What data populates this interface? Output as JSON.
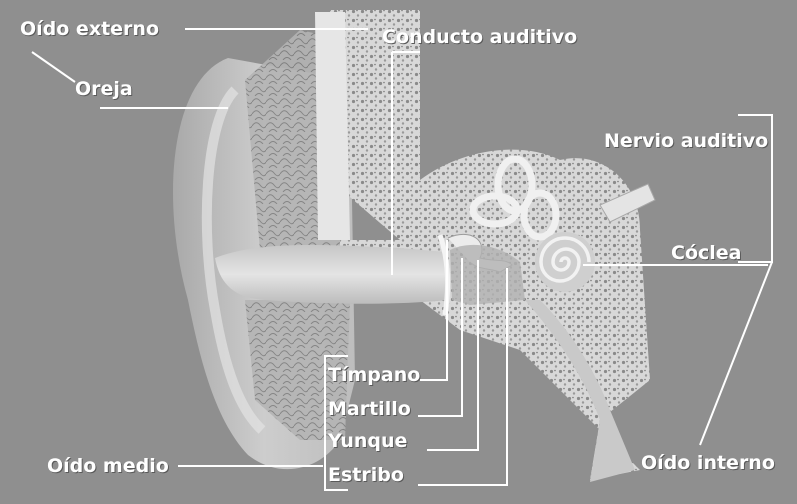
{
  "diagram": {
    "labels": {
      "oido_externo": "Oído externo",
      "oreja": "Oreja",
      "conducto_auditivo": "Conducto auditivo",
      "nervio_auditivo": "Nervio auditivo",
      "coclea": "Cóclea",
      "timpano": "Tímpano",
      "martillo": "Martillo",
      "yunque": "Yunque",
      "estribo": "Estribo",
      "oido_medio": "Oído medio",
      "oido_interno": "Oído interno"
    },
    "colors": {
      "background": "#8f8f8f",
      "label_text": "#ffffff",
      "leader_line": "#ffffff",
      "bone": "#d6d6d6",
      "skin": "#c4c4c4"
    }
  }
}
